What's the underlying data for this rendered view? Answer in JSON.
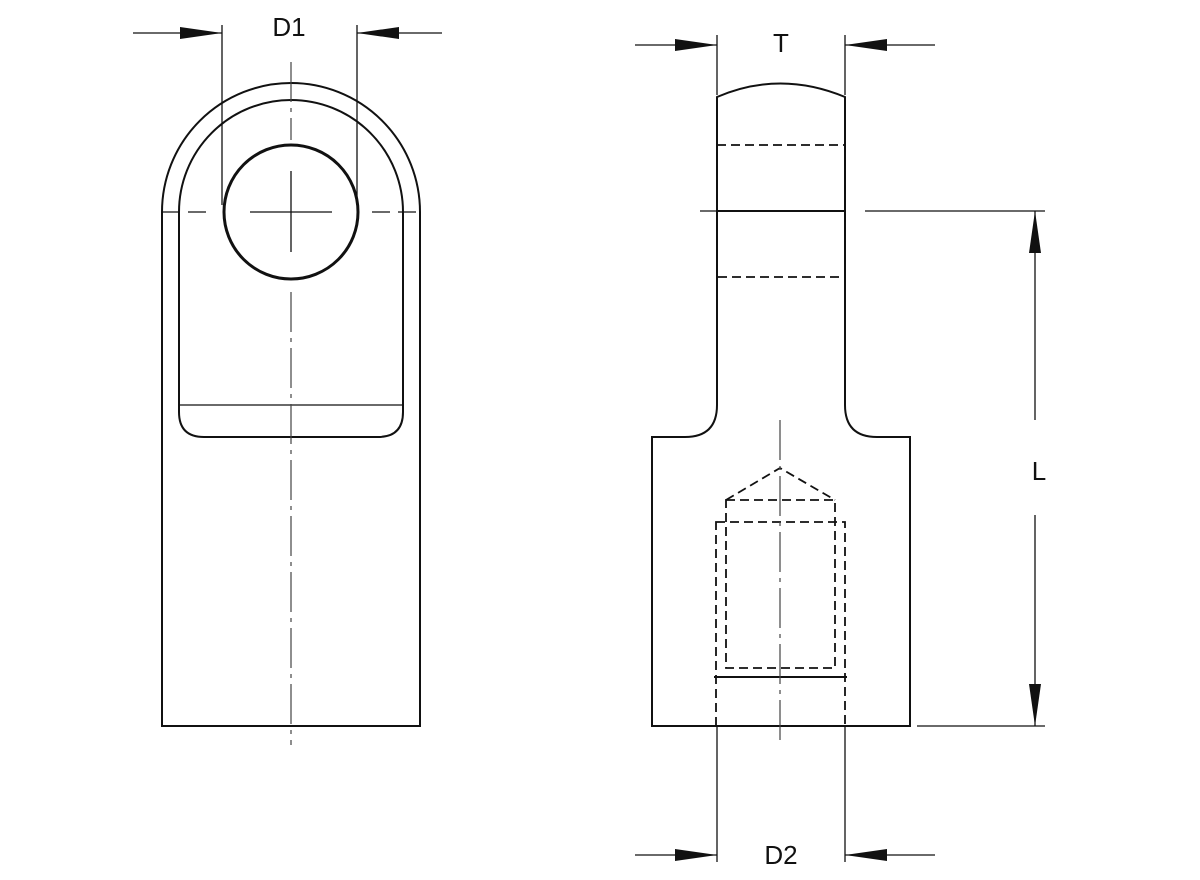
{
  "drawing": {
    "front_view": {
      "dimension_label": "D1"
    },
    "side_view": {
      "thickness_label": "T",
      "length_label": "L",
      "thread_label": "D2"
    }
  }
}
